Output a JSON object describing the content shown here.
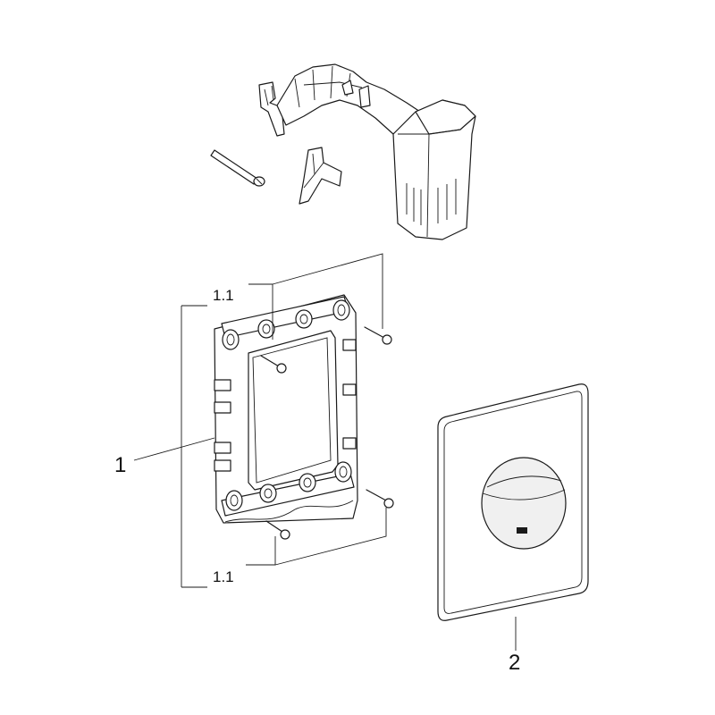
{
  "callouts": {
    "frame": "1",
    "screws_top": "1.1",
    "screws_bottom": "1.1",
    "cover_plate": "2"
  },
  "colors": {
    "line": "#1a1a1a",
    "plate_fill": "#ffffff",
    "button_shade": "#f0f0f0"
  }
}
